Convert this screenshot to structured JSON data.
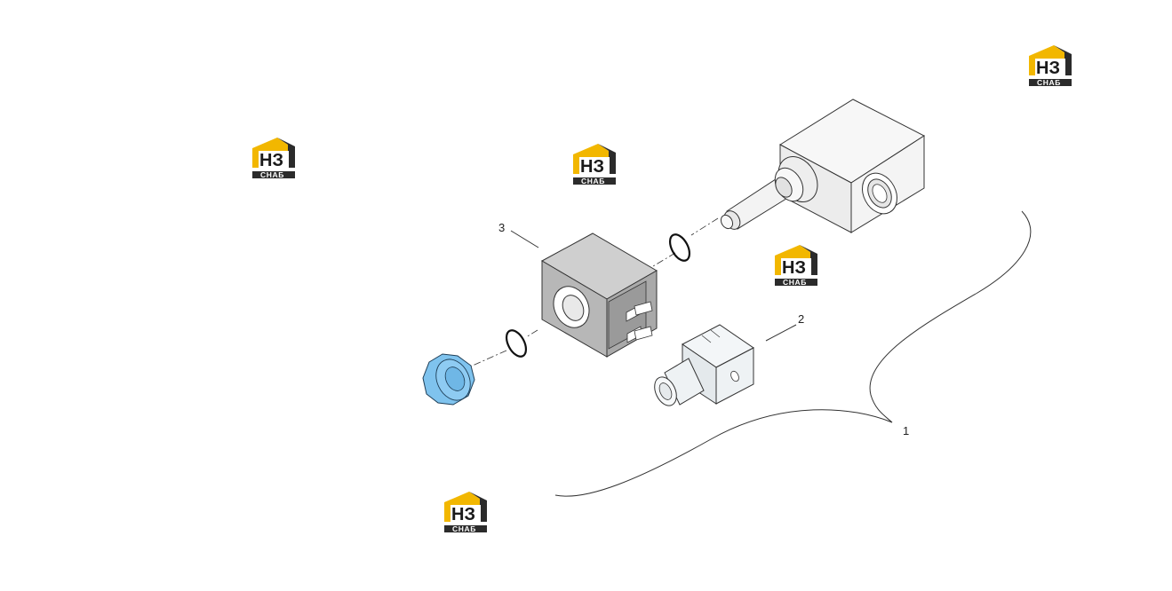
{
  "callouts": [
    {
      "id": "callout-1",
      "label": "1"
    },
    {
      "id": "callout-2",
      "label": "2"
    },
    {
      "id": "callout-3",
      "label": "3"
    }
  ],
  "watermark": {
    "letters": "НЗ",
    "brand": "СНАБ",
    "accent_color": "#f2b700",
    "dark_color": "#2b2b2b"
  },
  "parts": {
    "valve_body_color": "#f4f4f4",
    "coil_color": "#bdbdbd",
    "connector_color": "#f1f4f6",
    "knob_color": "#7fc3ee"
  }
}
